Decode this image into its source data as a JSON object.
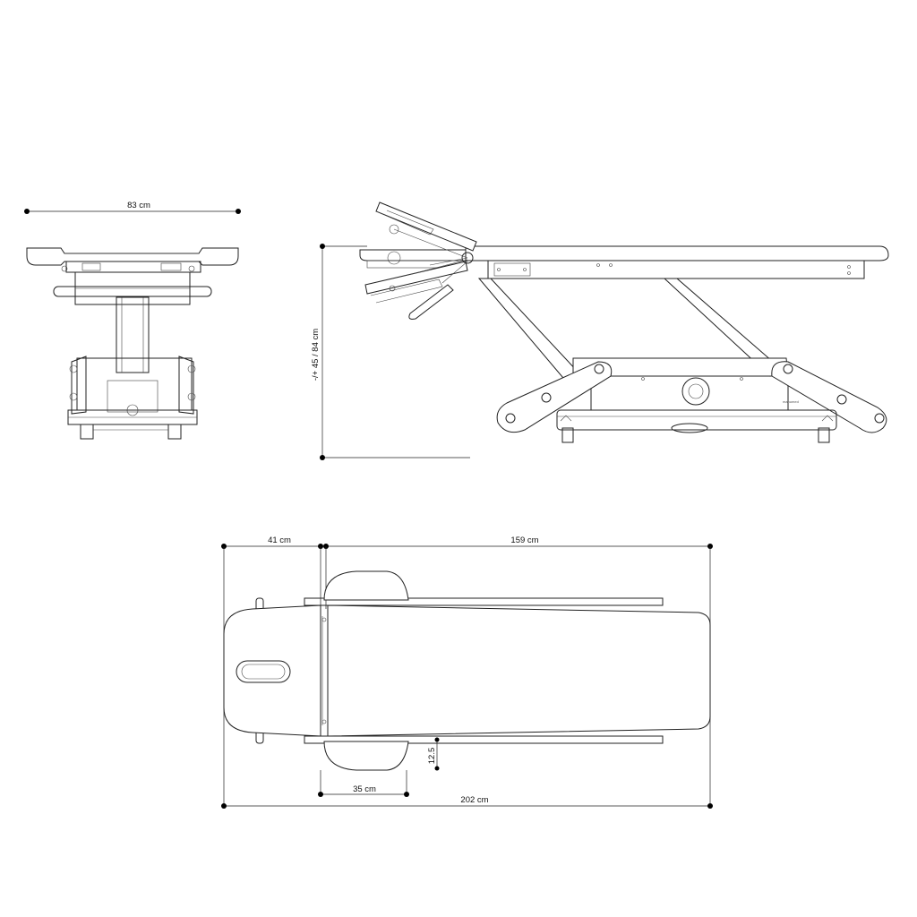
{
  "dimensions": {
    "width_front": "83 cm",
    "height_range": "-/+ 45 / 84 cm",
    "head_section": "41 cm",
    "main_section": "159 cm",
    "side_gap": "12.5",
    "arm_rest": "35 cm",
    "total_length": "202 cm"
  },
  "brand_mark": "manumed"
}
